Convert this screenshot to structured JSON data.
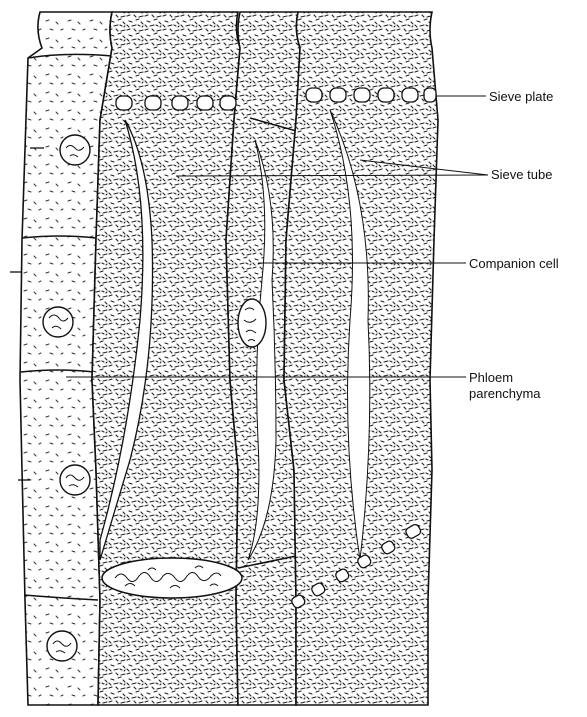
{
  "labels": {
    "sieve_plate": "Sieve plate",
    "sieve_tube": "Sieve tube",
    "companion_cell": "Companion cell",
    "phloem_parenchyma_line1": "Phloem",
    "phloem_parenchyma_line2": "parenchyma"
  },
  "colors": {
    "ink": "#111111",
    "background": "#ffffff"
  }
}
